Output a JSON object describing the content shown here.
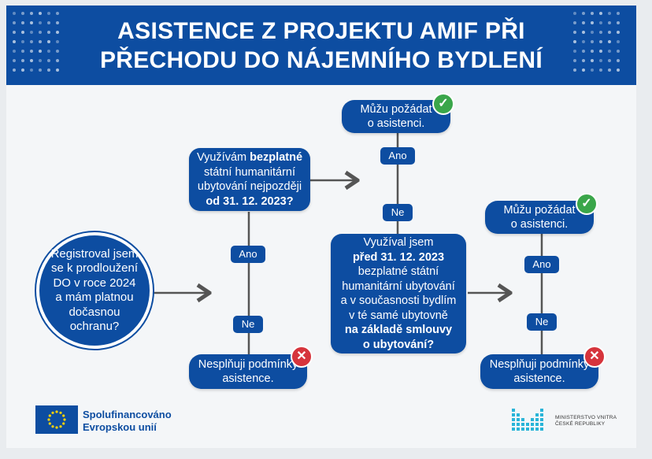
{
  "header": {
    "title_line1": "ASISTENCE Z PROJEKTU AMIF PŘI",
    "title_line2": "PŘECHODU DO NÁJEMNÍHO BYDLENÍ"
  },
  "nodes": {
    "start": [
      "Registroval jsem",
      "se k prodloužení",
      "DO v roce 2024",
      "a mám platnou",
      "dočasnou",
      "ochranu?"
    ],
    "q1": {
      "l1_pre": "Využívám ",
      "l1_bold": "bezplatné",
      "l2": "státní humanitární",
      "l3": "ubytování nejpozději",
      "l4_bold": "od 31. 12. 2023?"
    },
    "q2": {
      "l1": "Využíval jsem",
      "l2_bold": "před 31. 12. 2023",
      "l3": "bezplatné státní",
      "l4": "humanitární ubytování",
      "l5": "a v současnosti bydlím",
      "l6": "v té samé ubytovně",
      "l7_bold": "na základě smlouvy",
      "l8_bold": "o ubytování?"
    },
    "yes1": [
      "Můžu požádat",
      "o asistenci."
    ],
    "yes2": [
      "Můžu požádat",
      "o asistenci."
    ],
    "no1": [
      "Nesplňuji podmínky",
      "asistence."
    ],
    "no2": [
      "Nesplňuji podmínky",
      "asistence."
    ]
  },
  "labels": {
    "yes": "Ano",
    "no": "Ne"
  },
  "badges": {
    "ok": "✓",
    "no": "✕"
  },
  "footer": {
    "eu_line1": "Spolufinancováno",
    "eu_line2": "Evropskou unií",
    "mv_line1": "MINISTERSTVO VNITRA",
    "mv_line2": "ČESKÉ REPUBLIKY"
  },
  "colors": {
    "primary": "#0d4da1",
    "yes": "#3aa64a",
    "no": "#d6343c",
    "line": "#555555"
  }
}
